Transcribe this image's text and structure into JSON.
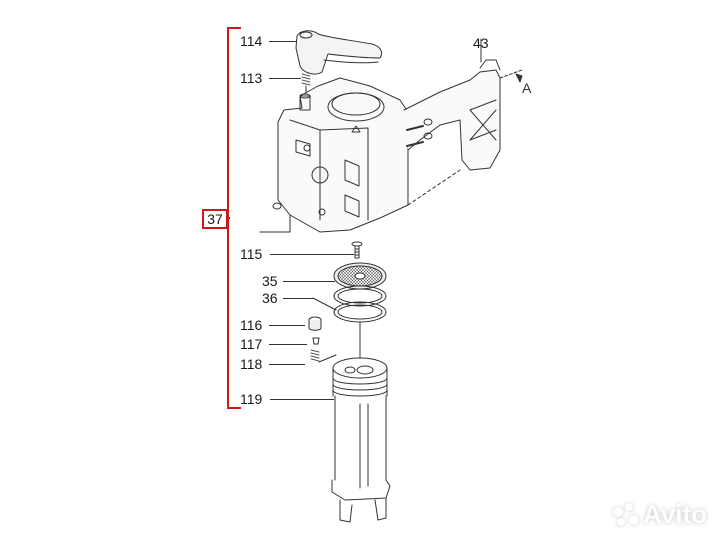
{
  "diagram": {
    "type": "exploded-parts-view",
    "group": {
      "id": "37",
      "bracket_color": "#cc1a1a"
    },
    "parts": [
      {
        "id": "114",
        "name": "lever"
      },
      {
        "id": "113",
        "name": "spring"
      },
      {
        "id": "43",
        "name": "bracket-frame"
      },
      {
        "id": "115",
        "name": "screw"
      },
      {
        "id": "35",
        "name": "filter-screen"
      },
      {
        "id": "36",
        "name": "o-rings"
      },
      {
        "id": "116",
        "name": "cap"
      },
      {
        "id": "117",
        "name": "valve"
      },
      {
        "id": "118",
        "name": "spring"
      },
      {
        "id": "119",
        "name": "filter-cartridge"
      }
    ],
    "view_marker": "A"
  },
  "labels": {
    "p114": "114",
    "p113": "113",
    "p43": "43",
    "pA": "A",
    "g37": "37",
    "p115": "115",
    "p35": "35",
    "p36": "36",
    "p116": "116",
    "p117": "117",
    "p118": "118",
    "p119": "119"
  },
  "watermark": {
    "text": "Avito"
  }
}
